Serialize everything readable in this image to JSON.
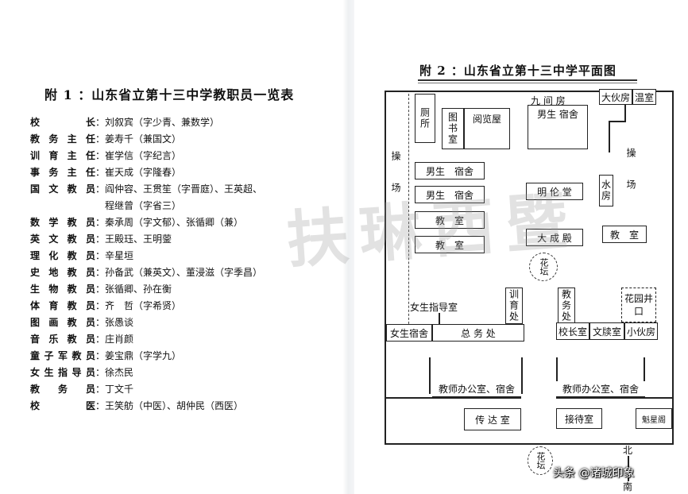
{
  "left": {
    "title": "附 1 ：山东省立第十三中学教职员一览表",
    "staff": [
      {
        "role": "校　长",
        "names": "刘叙宾（字少青、兼数学）"
      },
      {
        "role": "教务主任",
        "names": "姜寿千（兼国文）"
      },
      {
        "role": "训育主任",
        "names": "崔学信（字纪言）"
      },
      {
        "role": "事务主任",
        "names": "崔天成（字隆春）"
      },
      {
        "role": "国文教员",
        "names": "阎仲容、王贯笙（字晋庭）、王英超、",
        "names2": "程继曾（字省三）"
      },
      {
        "role": "数学教员",
        "names": "秦承周（字文郁）、张循卿（兼）"
      },
      {
        "role": "英文教员",
        "names": "王殿珏、王明蓥"
      },
      {
        "role": "理化教员",
        "names": "辛星垣"
      },
      {
        "role": "史地教员",
        "names": "孙备武（兼英文）、董浸滋（字季昌）"
      },
      {
        "role": "生物教员",
        "names": "张循卿、孙在衡"
      },
      {
        "role": "体育教员",
        "names": "齐　哲（字希贤）"
      },
      {
        "role": "图画教员",
        "names": "张愚谈"
      },
      {
        "role": "音乐教员",
        "names": "庄肖颜"
      },
      {
        "role": "童子军教员",
        "names": "姜宝鼎（字学九）"
      },
      {
        "role": "女生指导员",
        "names": "徐杰民"
      },
      {
        "role": "教务员",
        "names": "丁文千"
      },
      {
        "role": "校　医",
        "names": "王笑舫（中医）、胡仲民（西医）"
      }
    ]
  },
  "watermark": "扶琳西暨",
  "right": {
    "title": "附 2 ：山东省立第十三中学平面图",
    "rooms": {
      "toilet": "厕所",
      "library": "图书室",
      "reading_room": "阅览屋",
      "nine_rooms": "九 间 房",
      "boys_dorm_top": "男生 宿舍",
      "kitchen_big": "大伙房",
      "bath": "温室",
      "playground_left": "操 场",
      "playground_right": "操 场",
      "boys_dorm_1": "男生　宿舍",
      "boys_dorm_2": "男生　宿舍",
      "classroom_1": "教　室",
      "classroom_2": "教　室",
      "classroom_3": "教　室",
      "minglun_hall": "明 伦 堂",
      "dacheng_hall": "大 成 殿",
      "water_room": "水房",
      "flower_bed_1": "花坛",
      "girls_guide_room": "女生指导室",
      "discipline_office": "训育处",
      "academic_office": "教务处",
      "garden_well": "花园井口",
      "girls_dorm": "女生宿舍",
      "general_affairs": "总 务 处",
      "principal_room": "校长室",
      "reception_hall": "文牍室",
      "kitchen_small": "小伙房",
      "teacher_office_1": "教师办公室、宿舍",
      "teacher_office_2": "教师办公室、宿舍",
      "gatehouse": "传 达 室",
      "reception_room": "接待室",
      "kuixing_pavilion": "魁星阁",
      "flower_bed_2": "花坛",
      "north": "北",
      "south": "南"
    }
  },
  "credit": "头条 @诸城印象"
}
